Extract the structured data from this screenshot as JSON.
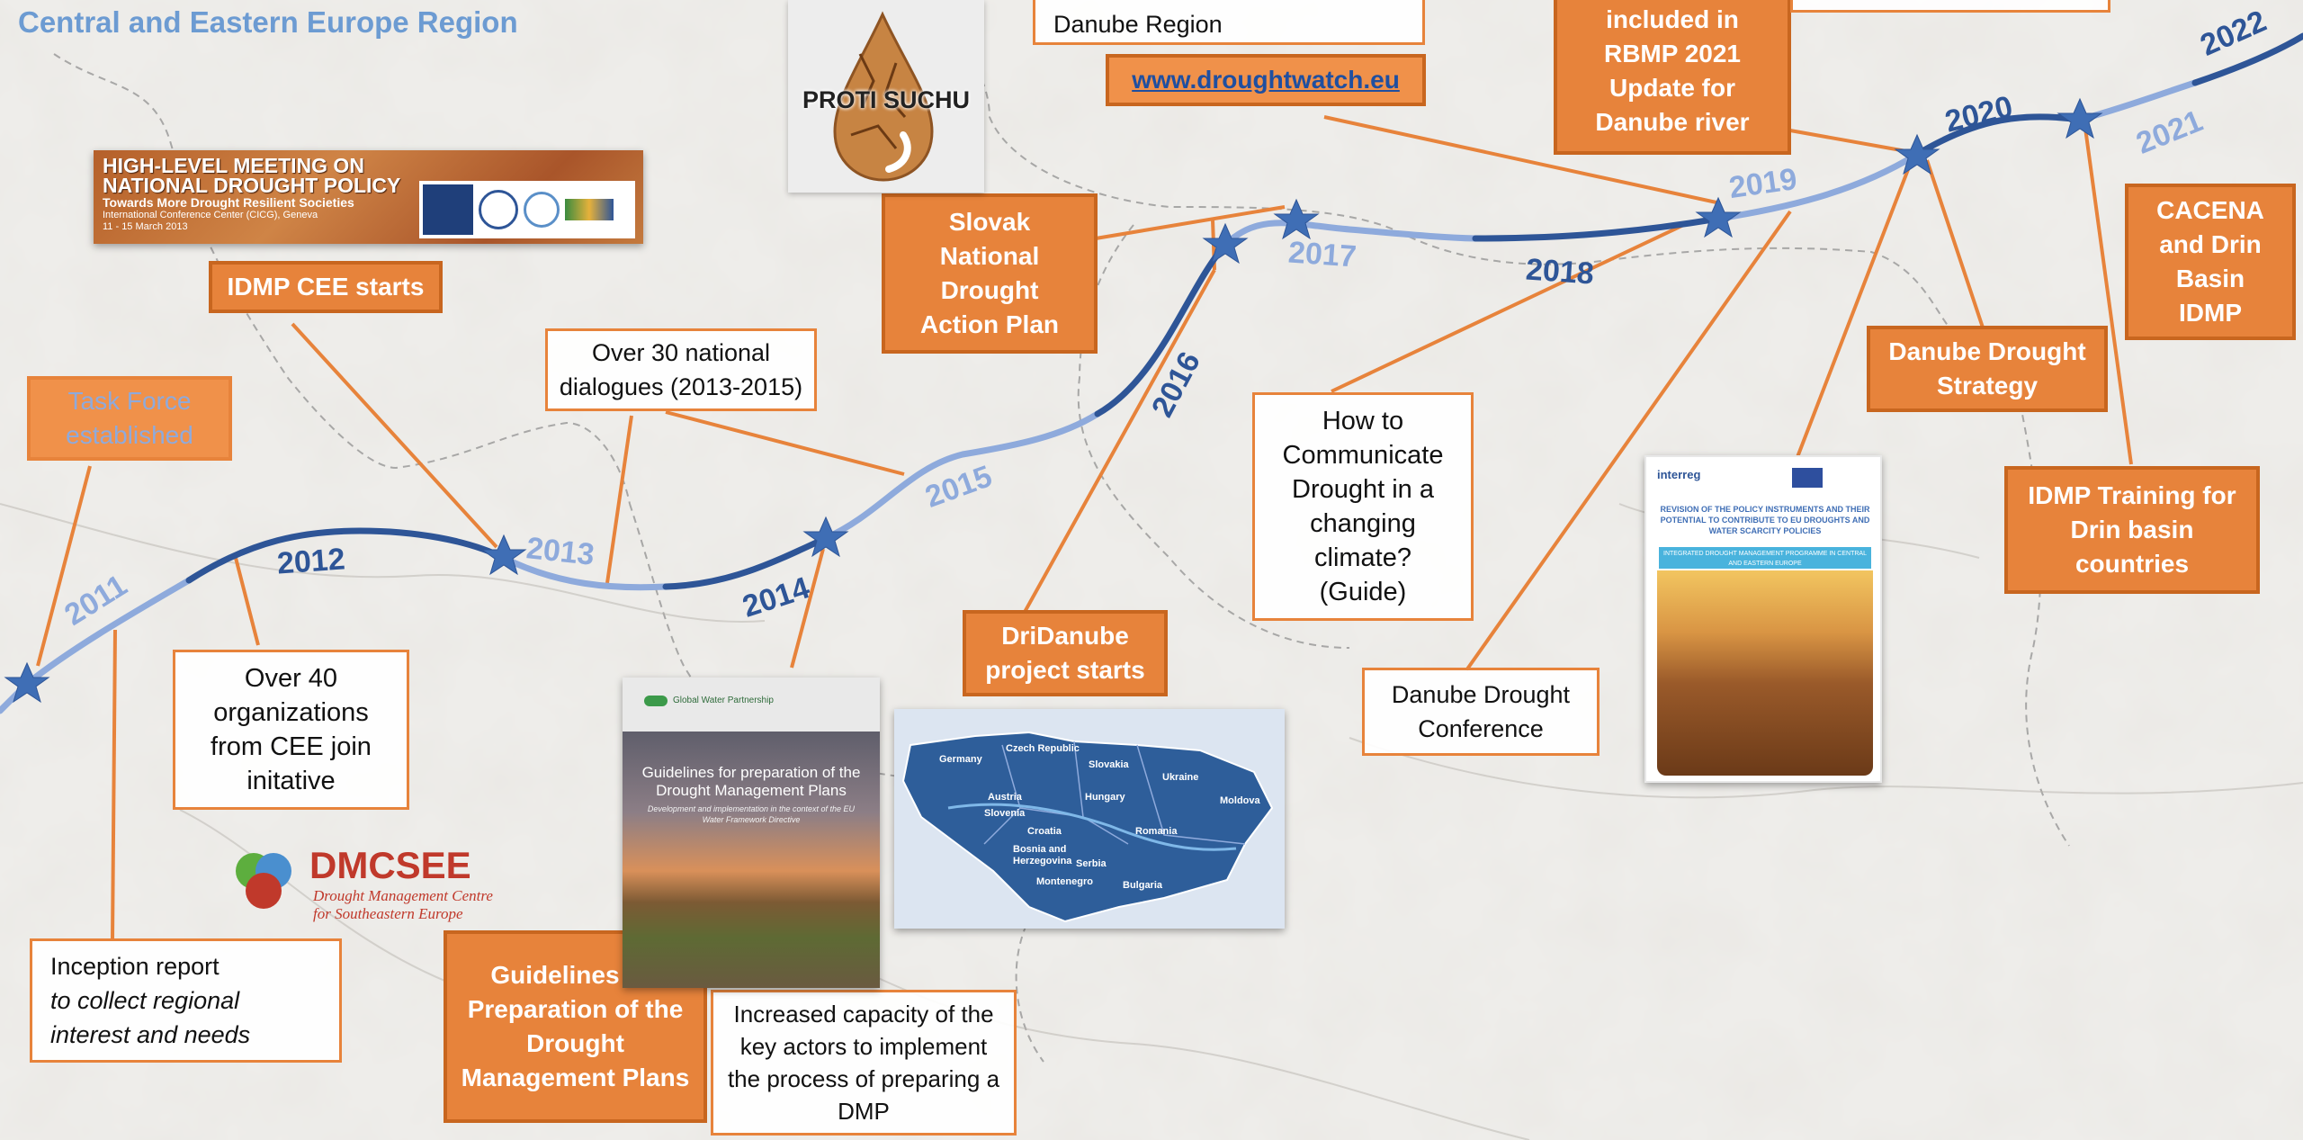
{
  "header": {
    "title": "Central and Eastern Europe Region"
  },
  "years": [
    "2011",
    "2012",
    "2013",
    "2014",
    "2015",
    "2016",
    "2017",
    "2018",
    "2019",
    "2020",
    "2021",
    "2022"
  ],
  "events": {
    "task_force": "Task Force established",
    "idmp_cee": "IDMP CEE starts",
    "dialogues": "Over 30 national dialogues (2013-2015)",
    "organizations": "Over 40 organizations from CEE join initative",
    "inception_line1": "Inception report",
    "inception_line2": "to collect regional interest and needs",
    "guidelines": "Guidelines for Preparation of the Drought Management Plans",
    "capacity": "Increased capacity of the key actors to implement the process of preparing a DMP",
    "slovak": "Slovak National Drought Action Plan",
    "dridanube": "DriDanube project starts",
    "danube_region_fragment": "Danube Region",
    "droughtwatch_link": "www.droughtwatch.eu",
    "communicate": "How to Communicate Drought in a changing climate? (Guide)",
    "conference": "Danube Drought Conference",
    "rbmp": "included in RBMP 2021 Update for Danube river",
    "strategy": "Danube Drought Strategy",
    "cacena": "CACENA and Drin Basin IDMP",
    "training": "IDMP Training for Drin basin countries"
  },
  "images": {
    "hlm_title1": "HIGH-LEVEL MEETING ON",
    "hlm_title2": "NATIONAL DROUGHT POLICY",
    "hlm_sub1": "Towards More Drought Resilient Societies",
    "hlm_sub2": "International Conference Center (CICG), Geneva",
    "hlm_dates": "11 - 15 March 2013",
    "proti_suchu": "PROTI SUCHU",
    "dmcsee_name": "DMCSEE",
    "dmcsee_sub1": "Drought Management Centre",
    "dmcsee_sub2": "for Southeastern Europe",
    "guideline_cover_title": "Guidelines for preparation of the Drought Management Plans",
    "guideline_cover_sub": "Development and implementation in the context of the EU Water Framework Directive",
    "guideline_cover_org": "Global Water Partnership",
    "report_title": "REVISION OF THE POLICY INSTRUMENTS AND THEIR POTENTIAL TO CONTRIBUTE TO EU DROUGHTS AND WATER SCARCITY POLICIES",
    "report_sub": "INTEGRATED DROUGHT MANAGEMENT PROGRAMME IN CENTRAL AND EASTERN EUROPE",
    "report_logo": "interreg",
    "map_countries": [
      "Germany",
      "Czech Republic",
      "Slovakia",
      "Ukraine",
      "Austria",
      "Hungary",
      "Moldova",
      "Slovenia",
      "Croatia",
      "Romania",
      "Bosnia and Herzegovina",
      "Serbia",
      "Montenegro",
      "Bulgaria"
    ]
  },
  "colors": {
    "orange": "#E7833B",
    "dark_blue": "#2E5597",
    "light_blue": "#8EAADC",
    "title_blue": "#6C9BD2"
  }
}
